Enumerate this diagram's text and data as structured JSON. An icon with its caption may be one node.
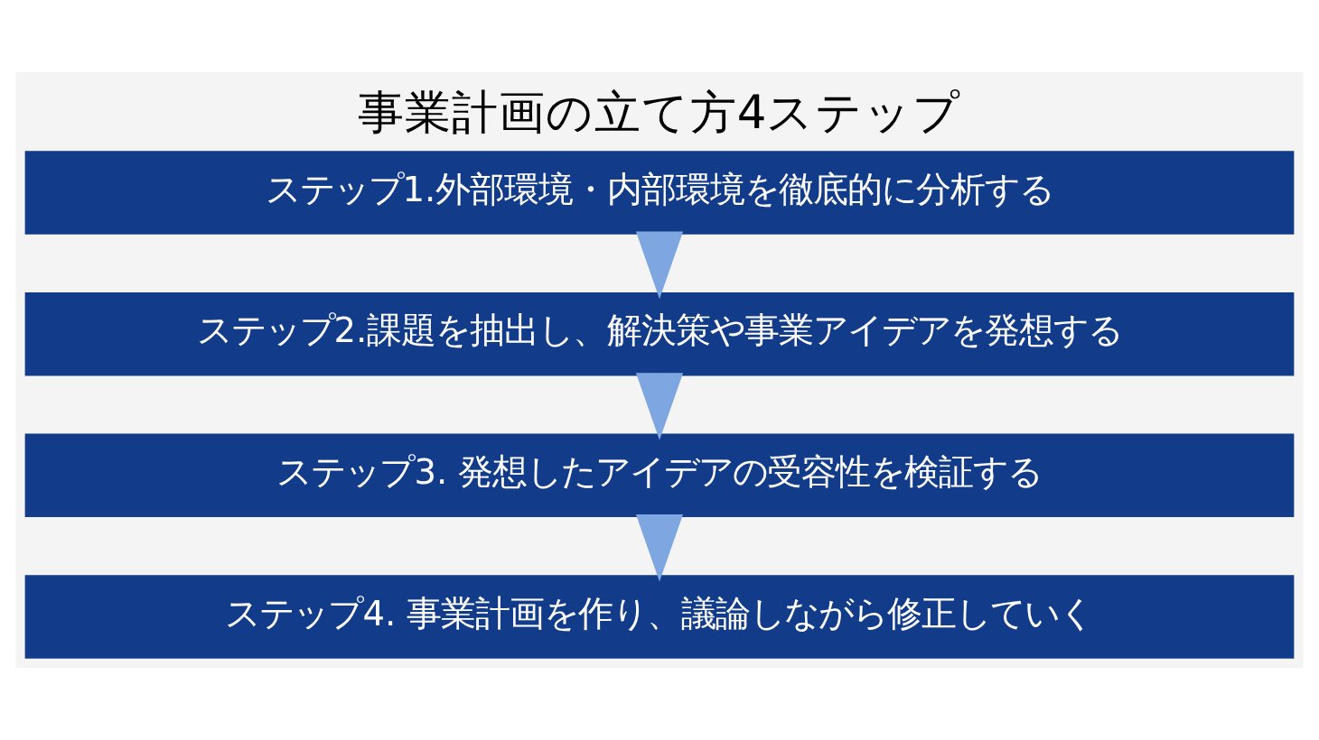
{
  "diagram": {
    "title": "事業計画の立て方4ステップ",
    "nodes": [
      {
        "text": [
          "ステップ1.外部環境・内部環境を徹底的に分析する"
        ]
      },
      {
        "text": [
          "ステップ2.課題を抽出し、解決策や事業アイデアを発想する"
        ]
      },
      {
        "text": [
          "ステップ3. 発想したアイデアの受容性を検証する"
        ]
      },
      {
        "text": [
          "ステップ4. 事業計画を作り、議論しながら修正していく"
        ]
      }
    ],
    "edges": [
      {
        "from": 0,
        "to": 1,
        "arrow": "to"
      },
      {
        "from": 1,
        "to": 2,
        "arrow": "to"
      },
      {
        "from": 2,
        "to": 3,
        "arrow": "to"
      }
    ]
  }
}
